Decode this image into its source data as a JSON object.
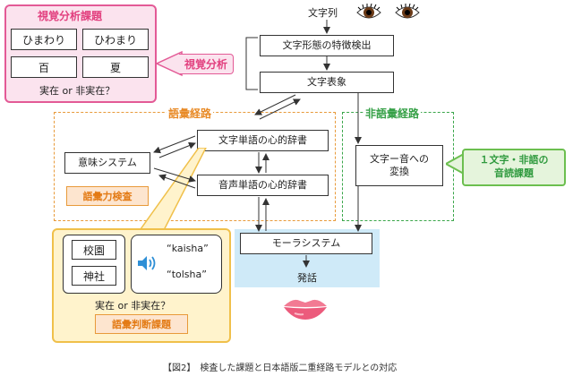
{
  "top": {
    "input_label": "文字列"
  },
  "visual_panel": {
    "title": "視覚分析課題",
    "cells": [
      "ひまわり",
      "ひわまり",
      "百",
      "夏"
    ],
    "question": "実在 or 非実在？"
  },
  "visual_analysis_label": "視覚分析",
  "boxes": {
    "char_form": "文字形態の特徴検出",
    "char_rep": "文字表象",
    "written_lex": "文字単語の心的辞書",
    "spoken_lex": "音声単語の心的辞書",
    "meaning": "意味システム",
    "char_sound": [
      "文字ー音への",
      "変換"
    ],
    "mora": "モーラシステム",
    "speech": "発話"
  },
  "routes": {
    "lexical": "語彙経路",
    "nonlexical": "非語彙経路"
  },
  "tags": {
    "vocab_test": "語彙力検査",
    "lex_decision": "語彙判断課題"
  },
  "green_callout": [
    "１文字・非語の",
    "音読課題"
  ],
  "yellow_panel": {
    "cells": [
      "校園",
      "神社"
    ],
    "words": [
      "“kaisha”",
      "“tolsha”"
    ],
    "question": "実在 or 非実在？"
  },
  "caption": "【図2】　検査した課題と日本語版二重経路モデルとの対応",
  "icons": [
    "eye-icon",
    "speaker-icon",
    "lips-icon"
  ],
  "colors": {
    "pink": "#e35a96",
    "orange": "#e89a3a",
    "green": "#3aa64a",
    "blue": "#cfeaf8",
    "yellow": "#f0c04a"
  }
}
